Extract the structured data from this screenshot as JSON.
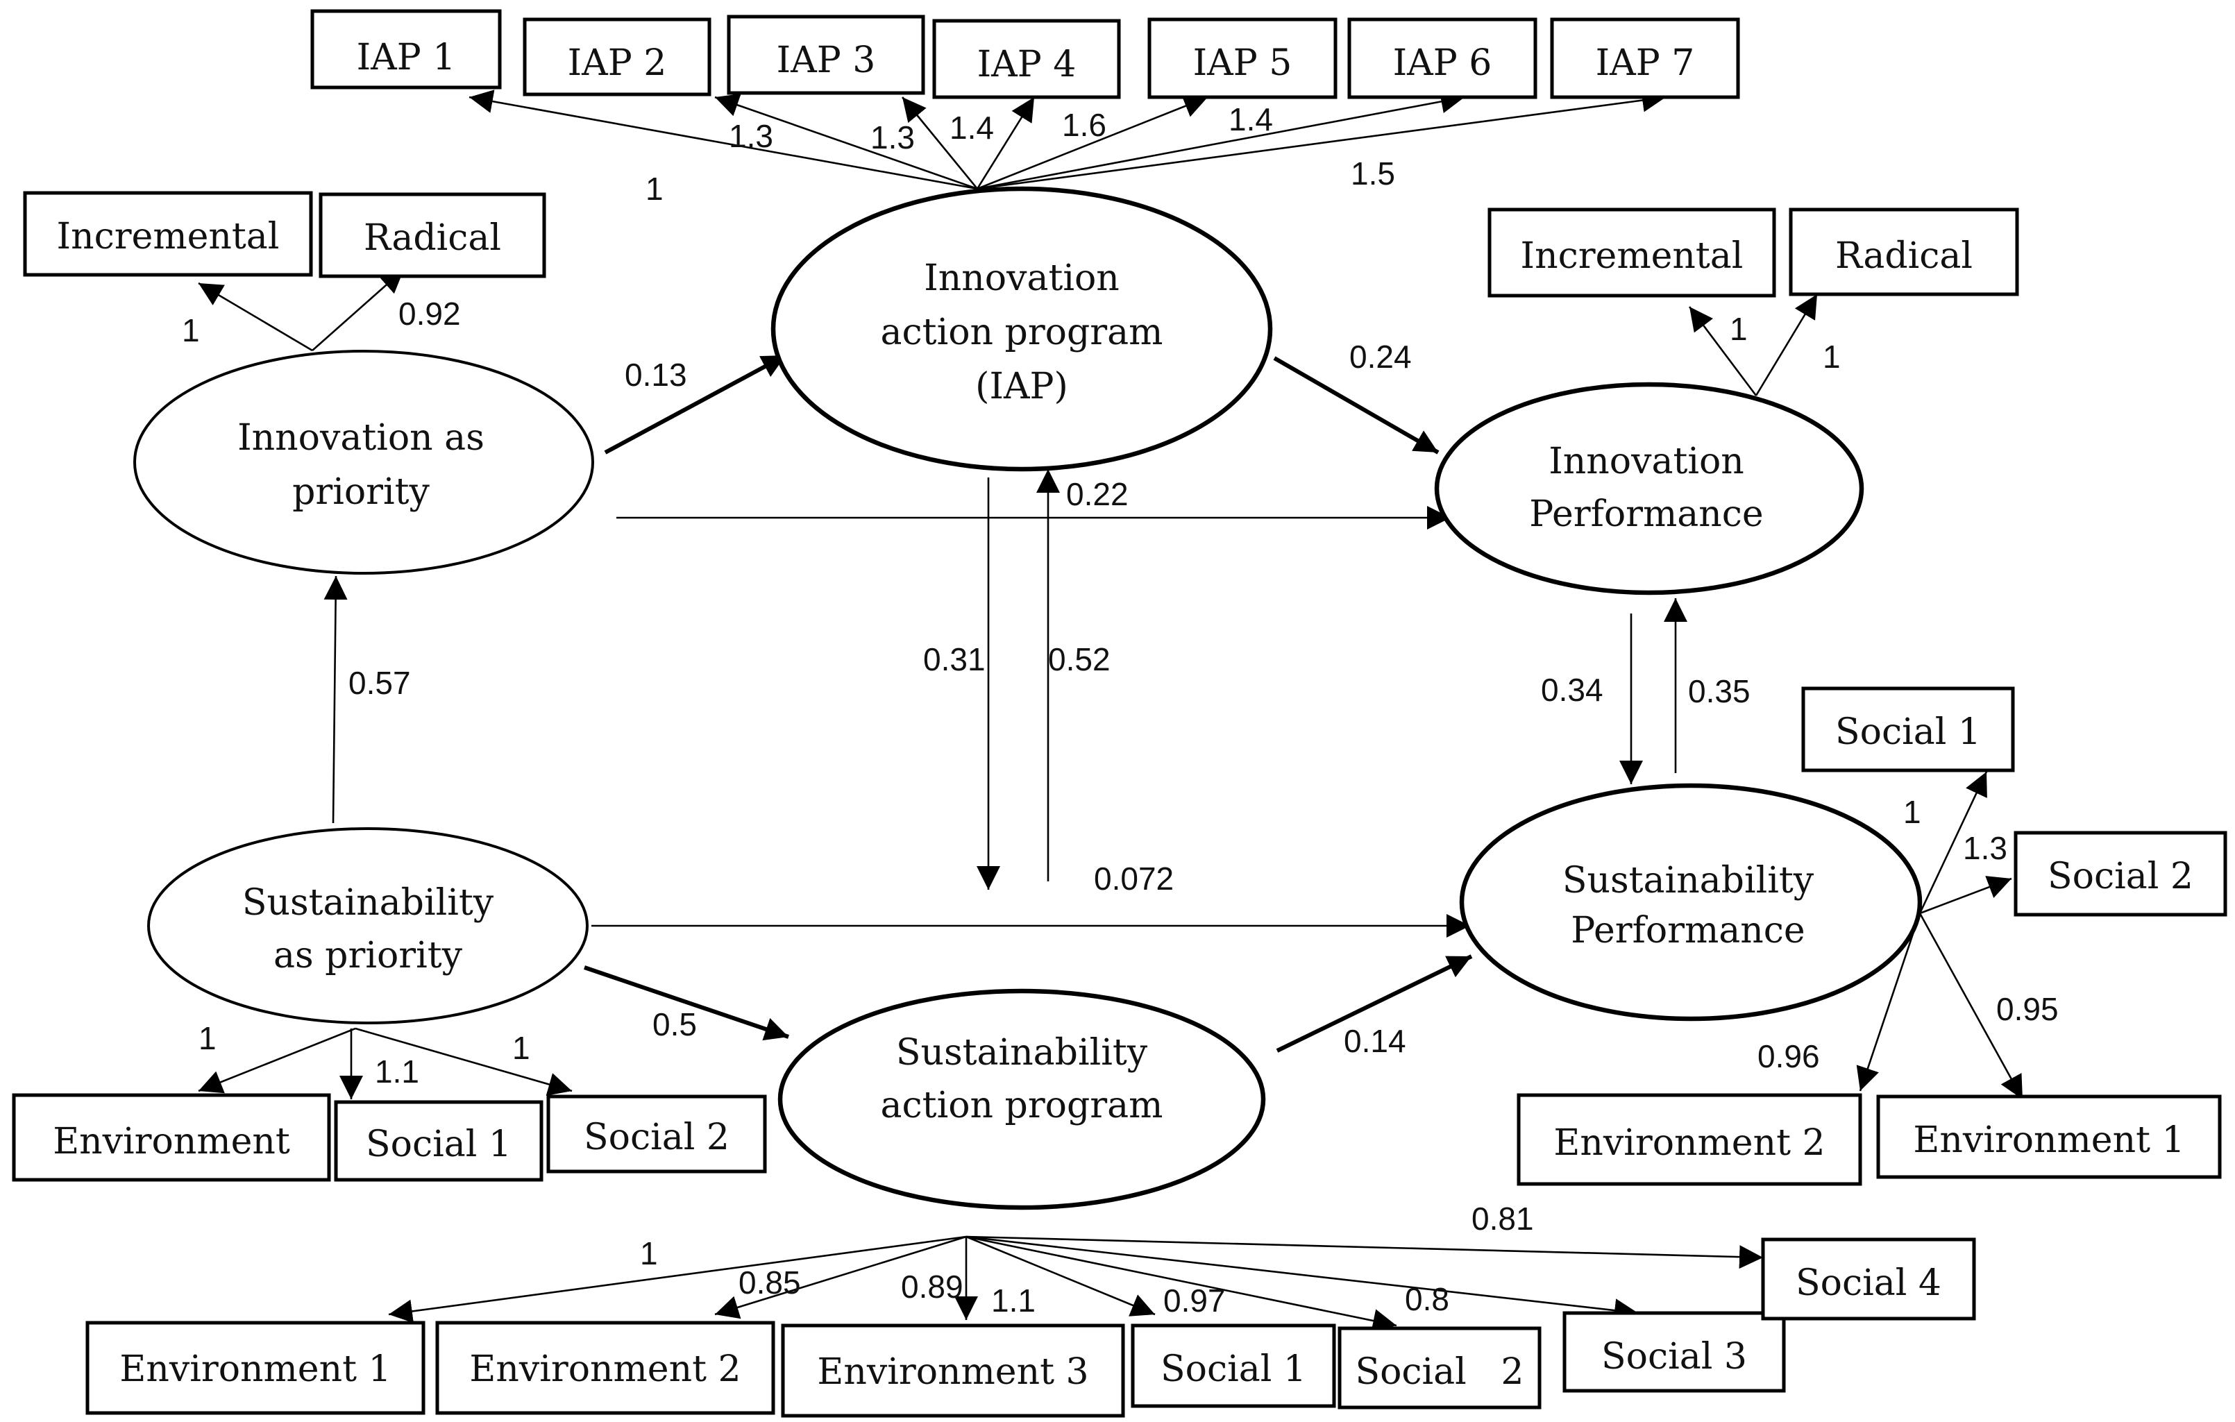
{
  "constructs": {
    "iap": [
      "Innovation",
      "action program",
      "(IAP)"
    ],
    "innovation_priority": [
      "Innovation as",
      "priority"
    ],
    "innovation_performance": [
      "Innovation",
      "Performance"
    ],
    "sustainability_priority": [
      "Sustainability",
      "as priority"
    ],
    "sustainability_program": [
      "Sustainability",
      "action program"
    ],
    "sustainability_performance": [
      "Sustainability",
      "Performance"
    ]
  },
  "indicators": {
    "iap": [
      "IAP 1",
      "IAP 2",
      "IAP 3",
      "IAP 4",
      "IAP 5",
      "IAP 6",
      "IAP 7"
    ],
    "innovation_priority": [
      "Incremental",
      "Radical"
    ],
    "innovation_performance": [
      "Incremental",
      "Radical"
    ],
    "sustainability_priority": [
      "Environment",
      "Social 1",
      "Social 2"
    ],
    "sustainability_performance": [
      "Social 1",
      "Social 2",
      "Environment 1",
      "Environment 2"
    ],
    "sustainability_program": [
      "Environment 1",
      "Environment 2",
      "Environment 3",
      "Social 1",
      "Social   2",
      "Social 3",
      "Social 4"
    ]
  },
  "loadings": {
    "iap": [
      "1",
      "1.3",
      "1.3",
      "1.4",
      "1.6",
      "1.4",
      "1.5"
    ],
    "innovation_priority": [
      "1",
      "0.92"
    ],
    "innovation_performance": [
      "1",
      "1"
    ],
    "sustainability_priority": [
      "1",
      "1.1",
      "1"
    ],
    "sustainability_performance": [
      "1",
      "1.3",
      "0.95",
      "0.96"
    ],
    "sustainability_program": [
      "1",
      "0.85",
      "0.89",
      "1.1",
      "0.97",
      "0.8",
      "0.81"
    ]
  },
  "paths": {
    "innov_priority_to_iap": "0.13",
    "innov_priority_to_innov_perf": "0.22",
    "iap_to_innov_perf": "0.24",
    "iap_to_sust_program": "0.31",
    "sust_program_to_iap": "0.52",
    "sust_priority_to_innov_priority": "0.57",
    "sust_priority_to_sust_perf": "0.072",
    "sust_priority_to_sust_program": "0.5",
    "sust_program_to_sust_perf": "0.14",
    "innov_perf_to_sust_perf": "0.34",
    "sust_perf_to_innov_perf": "0.35"
  }
}
